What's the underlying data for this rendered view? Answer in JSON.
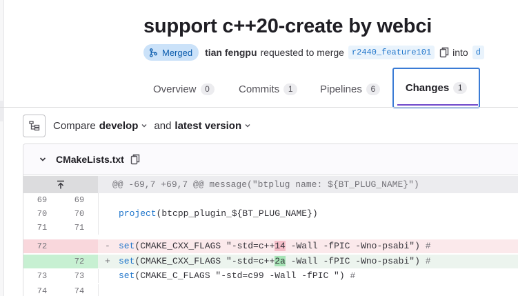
{
  "mr": {
    "title": "support c++20-create by webci",
    "status": "Merged",
    "author": "tian fengpu",
    "requested_text": "requested to merge",
    "source_branch": "r2440_feature101",
    "into_text": "into",
    "target_branch_partial": "d"
  },
  "tabs": [
    {
      "label": "Overview",
      "count": "0"
    },
    {
      "label": "Commits",
      "count": "1"
    },
    {
      "label": "Pipelines",
      "count": "6"
    },
    {
      "label": "Changes",
      "count": "1",
      "active": true
    }
  ],
  "compare": {
    "label": "Compare",
    "base": "develop",
    "and_text": "and",
    "head": "latest version"
  },
  "file": {
    "name": "CMakeLists.txt",
    "hunk_header": "@@ -69,7 +69,7 @@ message(\"btplug name: ${BT_PLUG_NAME}\")",
    "lines": [
      {
        "old": "69",
        "new": "69",
        "type": "ctx",
        "code": ""
      },
      {
        "old": "70",
        "new": "70",
        "type": "ctx",
        "fn": "project",
        "rest": "(btcpp_plugin_${BT_PLUG_NAME})"
      },
      {
        "old": "71",
        "new": "71",
        "type": "ctx",
        "code": ""
      },
      {
        "old": "72",
        "new": "",
        "type": "del",
        "sign": "-",
        "fn": "set",
        "pre": "(CMAKE_CXX_FLAGS \"-std=c++",
        "hl": "14",
        "post": " -Wall -fPIC -Wno-psabi\") ",
        "comment": "#"
      },
      {
        "old": "",
        "new": "72",
        "type": "add",
        "sign": "+",
        "fn": "set",
        "pre": "(CMAKE_CXX_FLAGS \"-std=c++",
        "hl": "2a",
        "post": " -Wall -fPIC -Wno-psabi\") ",
        "comment": "#"
      },
      {
        "old": "73",
        "new": "73",
        "type": "ctx",
        "fn": "set",
        "rest": "(CMAKE_C_FLAGS \"-std=c99 -Wall -fPIC \") ",
        "comment": "#"
      },
      {
        "old": "74",
        "new": "74",
        "type": "ctx",
        "code": ""
      }
    ]
  },
  "colors": {
    "accent": "#6e49cb",
    "merged_badge_bg": "#cbe2f9",
    "merged_badge_text": "#0b5cad",
    "deletion_bg": "#fbe9eb",
    "addition_bg": "#ecf4ee"
  },
  "icons": {
    "merged": "merge-icon",
    "copy": "copy-icon",
    "tree": "file-tree-icon",
    "chevron": "chevron-down-icon",
    "expand_up": "expand-up-icon"
  }
}
